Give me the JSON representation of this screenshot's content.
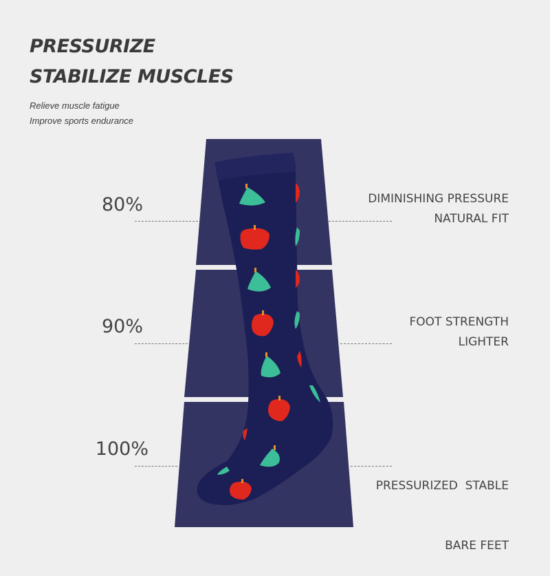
{
  "headline": {
    "line1": "PRESSURIZE",
    "line2": "STABILIZE MUSCLES"
  },
  "subtitle": {
    "line1": "Relieve muscle fatigue",
    "line2": "Improve sports endurance"
  },
  "zones": [
    {
      "pressure": "80%",
      "feature_line1": "DIMINISHING PRESSURE",
      "feature_line2": "NATURAL FIT"
    },
    {
      "pressure": "90%",
      "feature_line1": "FOOT STRENGTH",
      "feature_line2": "LIGHTER"
    },
    {
      "pressure": "100%",
      "feature_line1": "PRESSURIZED  STABLE",
      "feature_line2": "BARE FEET"
    }
  ],
  "colors": {
    "background": "#efefef",
    "panel": "#343463",
    "sock": "#1c1f55",
    "apple": "#e0281e",
    "pear": "#3cbf98",
    "stem": "#e8902a"
  }
}
